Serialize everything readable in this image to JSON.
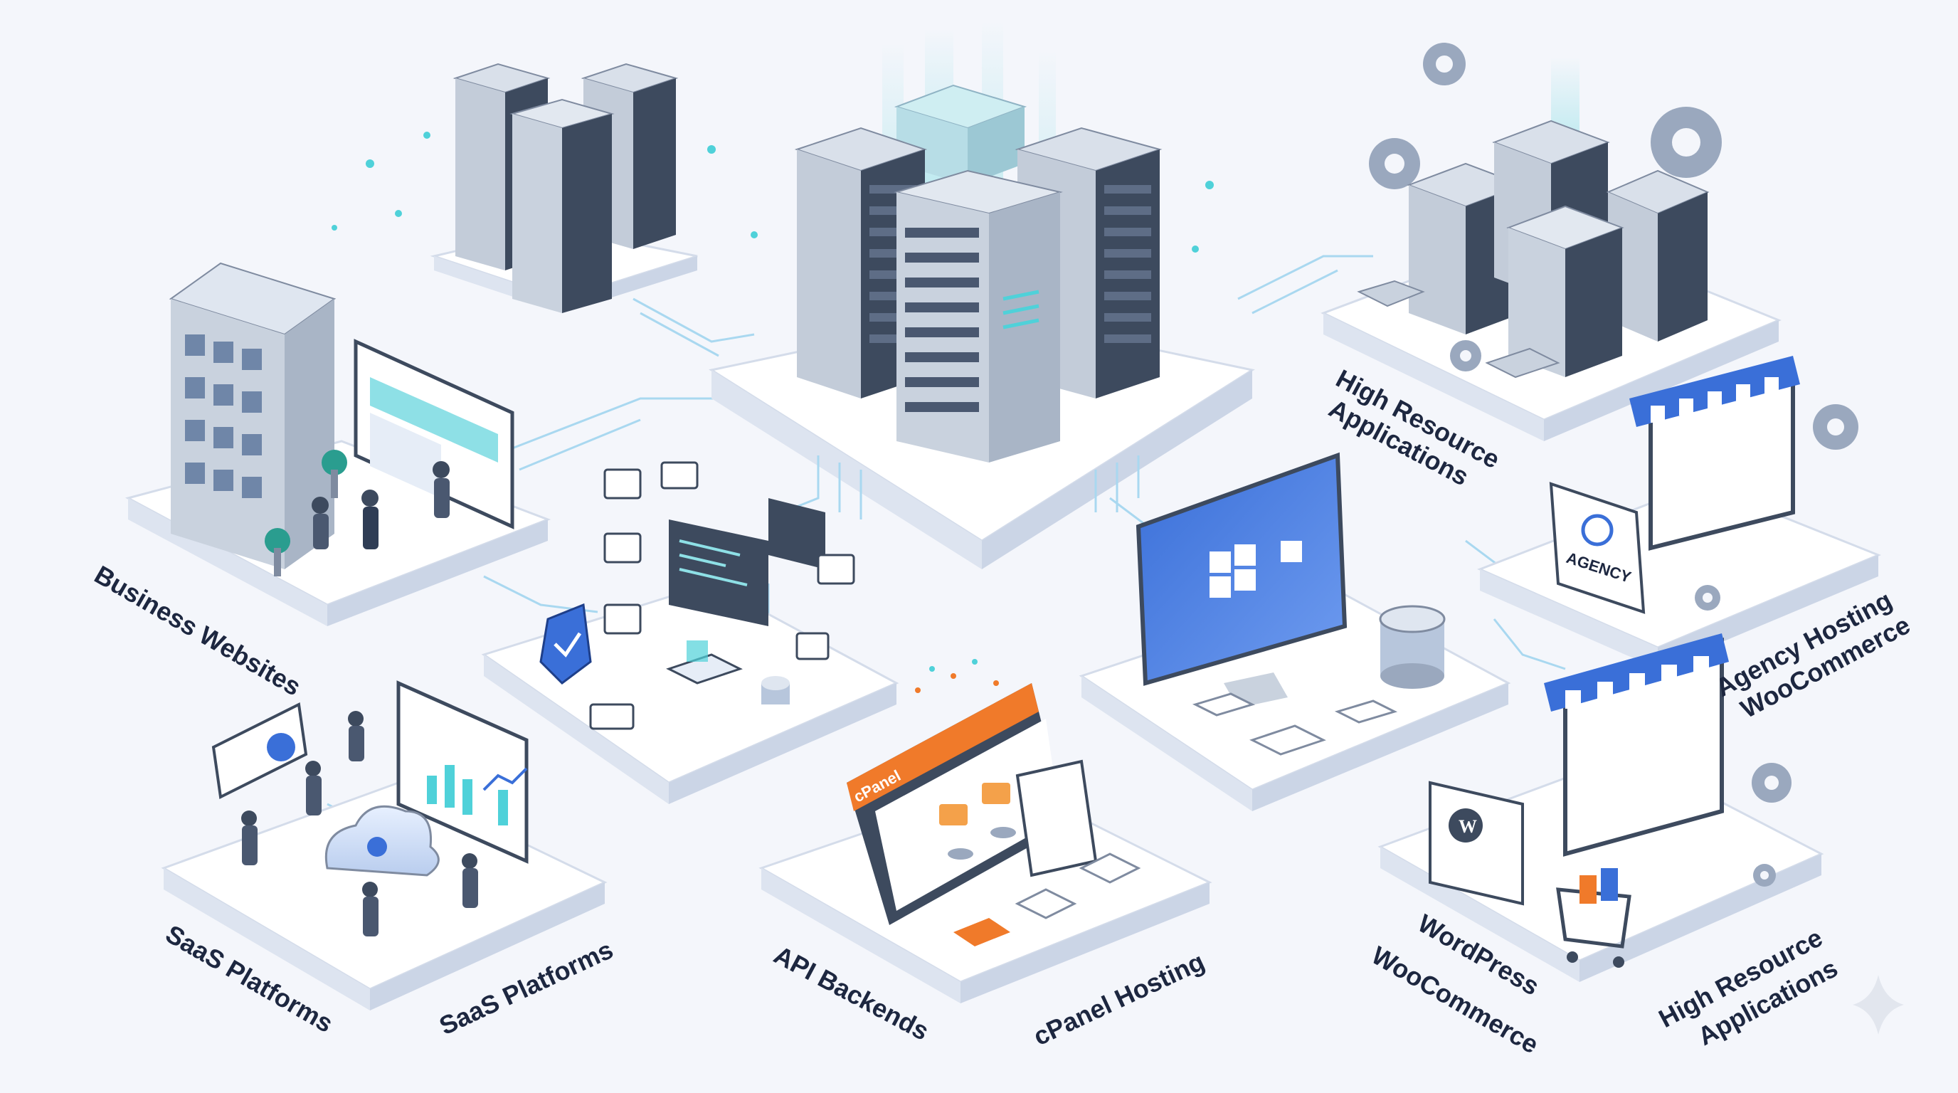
{
  "labels": {
    "business_websites": "Business Websites",
    "saas_platforms_1": "SaaS Platforms",
    "saas_platforms_2": "SaaS Platforms",
    "api_backends": "API Backends",
    "cpanel_hosting": "cPanel Hosting",
    "wordpress_line1": "WordPress",
    "wordpress_line2": "WooCommerce",
    "high_resource_bottom_line1": "High Resource",
    "high_resource_bottom_line2": "Applications",
    "high_resource_top_line1": "High Resource",
    "high_resource_top_line2": "Applications",
    "agency_line1": "Agency Hosting",
    "agency_line2": "WooCommerce"
  },
  "badges": {
    "cpanel_logo": "cPanel",
    "agency_logo": "AGENCY"
  },
  "colors": {
    "background": "#f4f6fb",
    "platform_top": "#ffffff",
    "platform_side": "#dde4f0",
    "server_body": "#c9d2de",
    "server_dark": "#3d4a5e",
    "accent_teal": "#4fd1d9",
    "accent_blue": "#3a6fd8",
    "accent_orange": "#f07a2a",
    "text": "#1d2740"
  }
}
